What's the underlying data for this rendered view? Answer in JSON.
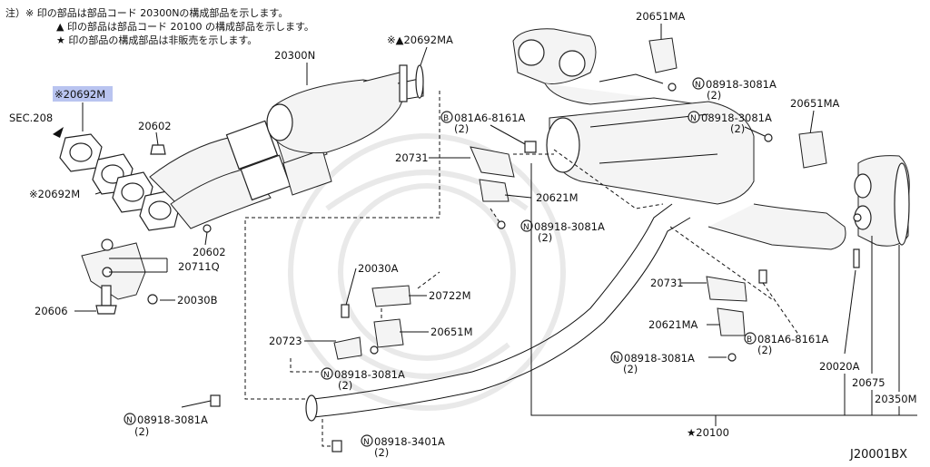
{
  "notes": [
    "注）※ 印の部品は部品コード 20300Nの構成部品を示します。",
    "▲ 印の部品は部品コード 20100 の構成部品を示します。",
    "★ 印の部品の構成部品は非販売を示します。"
  ],
  "highlight_color": "#b9c4f0",
  "labels": {
    "l20692m_hl": "※20692M",
    "sec208": "SEC.208",
    "l20692m_left": "※20692M",
    "l20602_top": "20602",
    "l20602_bot": "20602",
    "l20711q": "20711Q",
    "l20030b": "20030B",
    "l20606": "20606",
    "l20300n": "20300N",
    "l20692ma": "※▲20692MA",
    "l20651ma_top": "20651MA",
    "n08918_a": "08918-3081A",
    "n08918_a_q": "(2)",
    "l20651ma_r": "20651MA",
    "n08918_b": "08918-3081A",
    "n08918_b_q": "(2)",
    "b081a6_a": "081A6-8161A",
    "b081a6_a_q": "(2)",
    "l20731_a": "20731",
    "l20621m": "20621M",
    "n08918_c": "08918-3081A",
    "n08918_c_q": "(2)",
    "l20030a": "20030A",
    "l20722m": "20722M",
    "l20651m": "20651M",
    "l20723": "20723",
    "n08918_d": "08918-3081A",
    "n08918_d_q": "(2)",
    "l20731_b": "20731",
    "l20621ma": "20621MA",
    "b081a6_b": "081A6-8161A",
    "b081a6_b_q": "(2)",
    "n08918_e": "08918-3081A",
    "n08918_e_q": "(2)",
    "l20020a": "20020A",
    "l20675": "20675",
    "l20350m": "20350M",
    "n08918_f": "08918-3081A",
    "n08918_f_q": "(2)",
    "n08918_g": "08918-3401A",
    "n08918_g_q": "(2)",
    "l20100": "★20100",
    "code": "J20001BX",
    "n_mark": "N",
    "b_mark": "B"
  }
}
